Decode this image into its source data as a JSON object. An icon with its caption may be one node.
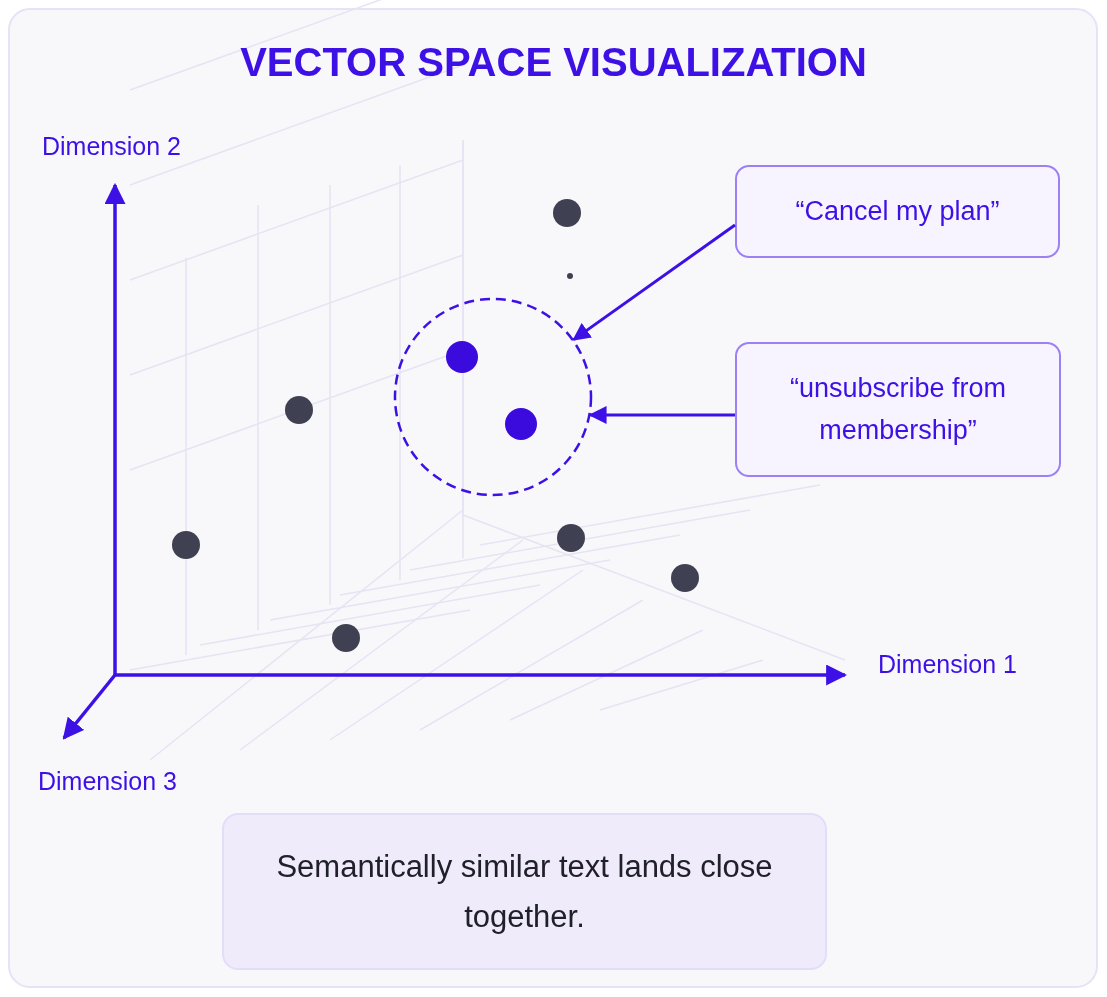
{
  "diagram": {
    "title": "VECTOR SPACE VISUALIZATION",
    "nodes": [
      {
        "text": [
          "“Cancel my plan”"
        ]
      },
      {
        "text": [
          "“unsubscribe from membership”"
        ]
      },
      {
        "text": [],
        "shape": "circle"
      },
      {
        "text": [
          "Semantically similar text lands close together."
        ]
      }
    ],
    "edges": [
      {
        "from": 0,
        "to": 2,
        "arrow": "to"
      },
      {
        "from": 1,
        "to": 2,
        "arrow": "to"
      }
    ],
    "labels": [
      "Dimension 2",
      "Dimension 1",
      "Dimension 3"
    ]
  }
}
